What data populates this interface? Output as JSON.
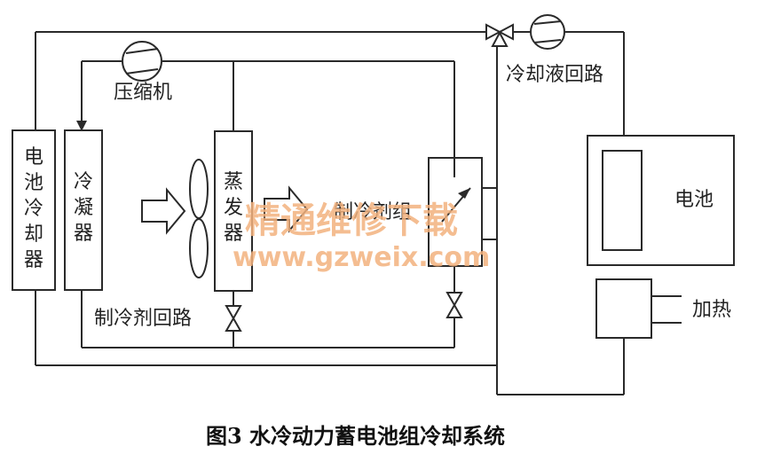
{
  "labels": {
    "compressor": "压缩机",
    "coolant_loop": "冷却液回路",
    "battery_cooler": [
      "电",
      "池",
      "冷",
      "却",
      "器"
    ],
    "condenser": [
      "冷",
      "凝",
      "器"
    ],
    "evaporator": [
      "蒸",
      "发",
      "器"
    ],
    "refrigerant_group": "制冷剂组",
    "battery": "电池",
    "refrigerant_loop": "制冷剂回路",
    "heating": "加热"
  },
  "caption": "图3   水冷动力蓄电池组冷却系统",
  "watermark": {
    "line1": "精通维修下载",
    "line2": "www.gzweix.com"
  },
  "colors": {
    "line": "#2a2a2a",
    "watermark": "#f3b27e"
  }
}
